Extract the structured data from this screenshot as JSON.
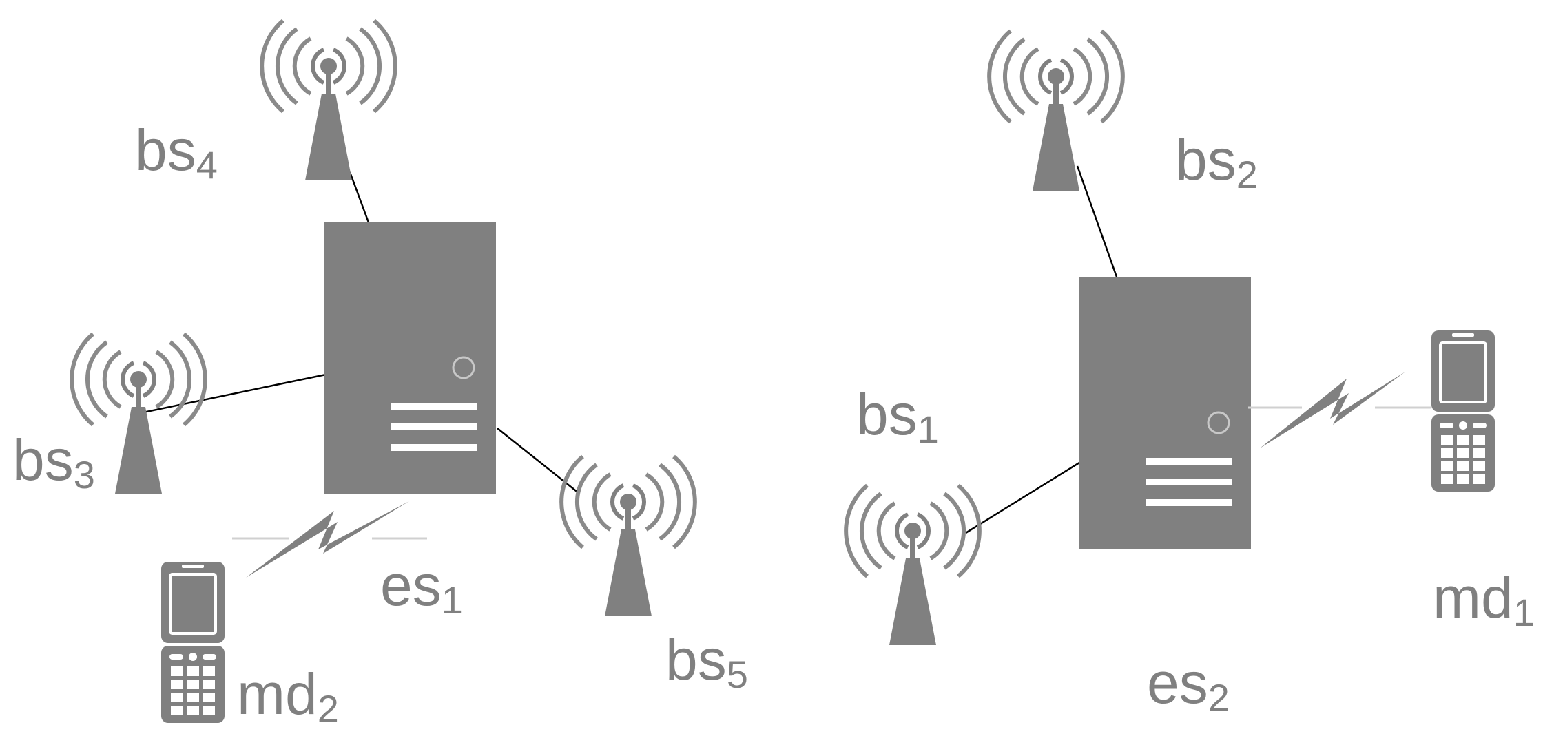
{
  "labels": {
    "bs1": {
      "base": "bs",
      "sub": "1"
    },
    "bs2": {
      "base": "bs",
      "sub": "2"
    },
    "bs3": {
      "base": "bs",
      "sub": "3"
    },
    "bs4": {
      "base": "bs",
      "sub": "4"
    },
    "bs5": {
      "base": "bs",
      "sub": "5"
    },
    "es1": {
      "base": "es",
      "sub": "1"
    },
    "es2": {
      "base": "es",
      "sub": "2"
    },
    "md1": {
      "base": "md",
      "sub": "1"
    },
    "md2": {
      "base": "md",
      "sub": "2"
    }
  },
  "icons": {
    "base_station": "antenna-tower-icon",
    "edge_server": "server-tower-icon",
    "mobile_device": "flip-phone-icon",
    "wireless_link": "lightning-bolt-icon"
  },
  "colors": {
    "icon": "#808080",
    "icon_light": "#a0a0a0",
    "wired_link": "#000000",
    "label": "#808080",
    "background": "#ffffff"
  }
}
